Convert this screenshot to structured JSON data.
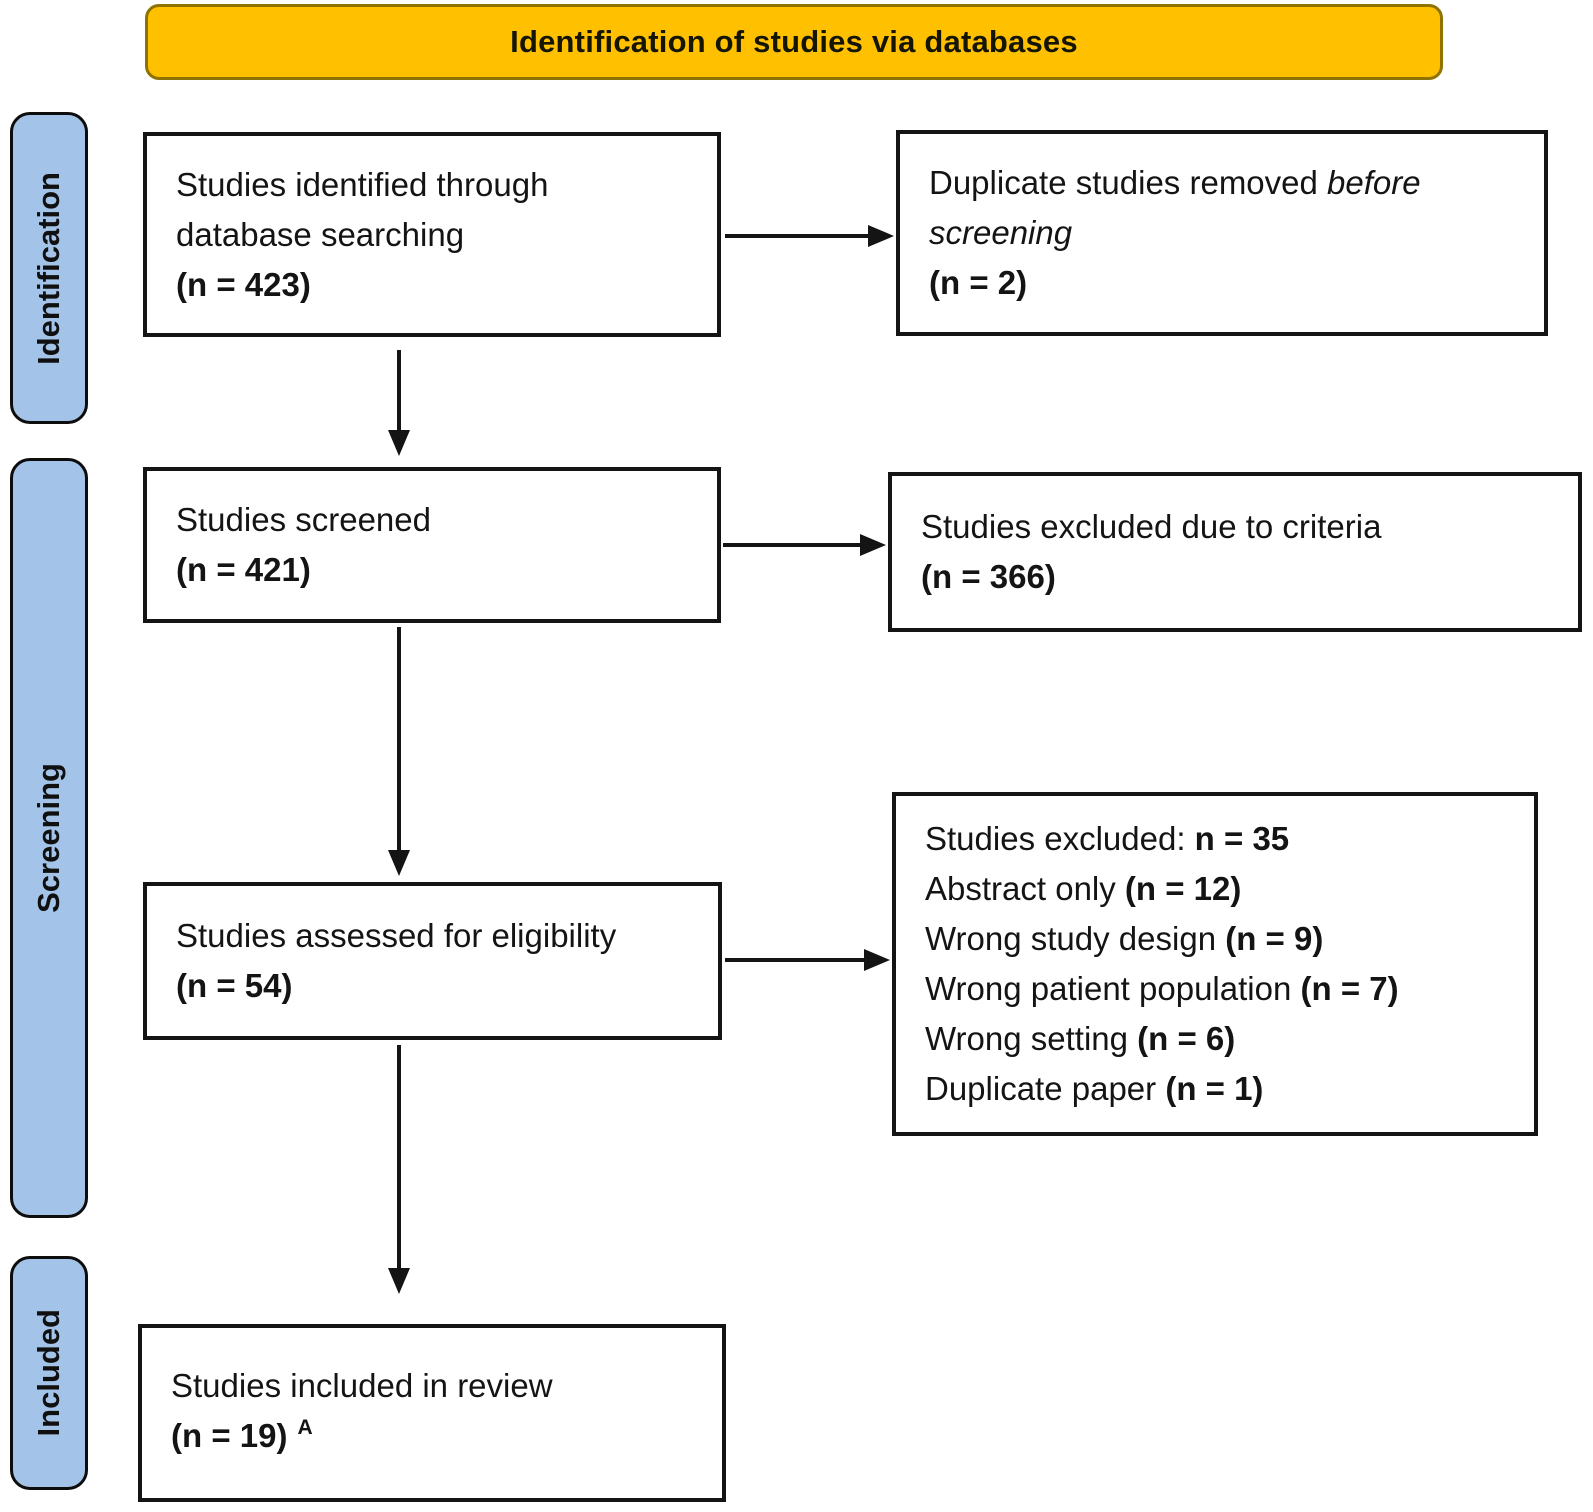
{
  "banner": {
    "title": "Identification of studies via databases"
  },
  "stages": [
    {
      "label": "Identification"
    },
    {
      "label": "Screening"
    },
    {
      "label": "Included"
    }
  ],
  "flow_boxes": [
    {
      "name": "studies-identified",
      "lines": [
        {
          "segments": [
            {
              "text": "Studies identified through"
            }
          ]
        },
        {
          "segments": [
            {
              "text": "database searching"
            }
          ]
        },
        {
          "segments": [
            {
              "text": "(n = 423)",
              "bold": true
            }
          ]
        }
      ]
    },
    {
      "name": "duplicates-removed",
      "lines": [
        {
          "segments": [
            {
              "text": "Duplicate studies removed "
            },
            {
              "text": "before",
              "italic": true
            }
          ]
        },
        {
          "segments": [
            {
              "text": "screening",
              "italic": true
            }
          ]
        },
        {
          "segments": [
            {
              "text": "(n = 2)",
              "bold": true
            }
          ]
        }
      ]
    },
    {
      "name": "studies-screened",
      "lines": [
        {
          "segments": [
            {
              "text": "Studies screened"
            }
          ]
        },
        {
          "segments": [
            {
              "text": "(n = 421)",
              "bold": true
            }
          ]
        }
      ]
    },
    {
      "name": "studies-excluded-criteria",
      "lines": [
        {
          "segments": [
            {
              "text": "Studies excluded due to criteria"
            }
          ]
        },
        {
          "segments": [
            {
              "text": "(n = 366)",
              "bold": true
            }
          ]
        }
      ]
    },
    {
      "name": "studies-assessed",
      "lines": [
        {
          "segments": [
            {
              "text": "Studies assessed for eligibility"
            }
          ]
        },
        {
          "segments": [
            {
              "text": "(n = 54)",
              "bold": true
            }
          ]
        }
      ]
    },
    {
      "name": "studies-excluded-detail",
      "lines": [
        {
          "segments": [
            {
              "text": "Studies excluded: "
            },
            {
              "text": "n = 35",
              "bold": true
            }
          ]
        },
        {
          "segments": [
            {
              "text": "Abstract only "
            },
            {
              "text": "(n = 12)",
              "bold": true
            }
          ]
        },
        {
          "segments": [
            {
              "text": "Wrong study design "
            },
            {
              "text": "(n = 9)",
              "bold": true
            }
          ]
        },
        {
          "segments": [
            {
              "text": "Wrong patient population "
            },
            {
              "text": "(n = 7)",
              "bold": true
            }
          ]
        },
        {
          "segments": [
            {
              "text": "Wrong setting "
            },
            {
              "text": "(n = 6)",
              "bold": true
            }
          ]
        },
        {
          "segments": [
            {
              "text": "Duplicate paper "
            },
            {
              "text": "(n = 1)",
              "bold": true
            }
          ]
        }
      ]
    },
    {
      "name": "studies-included",
      "lines": [
        {
          "segments": [
            {
              "text": "Studies included in review"
            }
          ]
        },
        {
          "segments": [
            {
              "text": "(n = 19)",
              "bold": true
            },
            {
              "text": "A",
              "bold": true,
              "sup": true
            }
          ]
        }
      ]
    }
  ],
  "colors": {
    "banner_fill": "#FFC000",
    "banner_border": "#8F7300",
    "stage_fill": "#A3C4E8",
    "box_border": "#141414",
    "arrow": "#141414"
  }
}
